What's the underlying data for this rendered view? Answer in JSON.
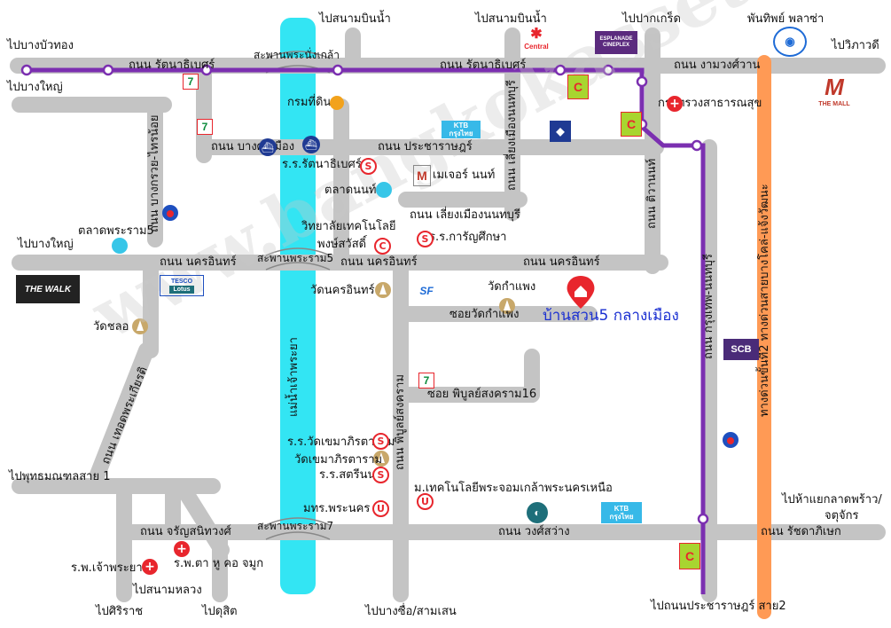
{
  "map": {
    "watermark": "www.bangkokassets.com",
    "destination": "บ้านสวน5 กลางเมือง",
    "directions": {
      "bangbuathong": "ไปบางบัวทอง",
      "bangyai_top": "ไปบางใหญ่",
      "bangyai_mid": "ไปบางใหญ่",
      "sanambinnam_1": "ไปสนามบินน้ำ",
      "sanambinnam_2": "ไปสนามบินน้ำ",
      "pakkret": "ไปปากเกร็ด",
      "phanthip": "พันทิพย์ พลาซ่า",
      "vibhavadi": "ไปวิภาวดี",
      "phutthamonthon": "ไปพุทธมณฑลสาย 1",
      "siriraj": "ไปศิริราช",
      "dusit": "ไปดุสิต",
      "bangsue": "ไปบางซื่อ/สามเสน",
      "pracharat2": "ไปถนนประชาราษฎร์ สาย2",
      "ladprao": "ไปห้าแยกลาดพร้าว/",
      "chatuchak": "จตุจักร",
      "sanamluang": "ไปสนามหลวง"
    },
    "roads": {
      "rattanathibet_w": "ถนน รัตนาธิเบศร์",
      "rattanathibet_e": "ถนน รัตนาธิเบศร์",
      "ngamwongwan": "ถนน งามวงศ์วาน",
      "bangsimuang": "ถนน บางศรีเมือง",
      "pracharat": "ถนน ประชาราษฎร์",
      "liangmuang_v": "ถนน เลี่ยงเมืองนนทบุรี",
      "liangmuang_h": "ถนน เลี่ยงเมืองนนทบุรี",
      "bangkruai": "ถนน บางกรวย-ไทรน้อย",
      "nakhonin_w": "ถนน นครอินทร์",
      "nakhonin_m": "ถนน นครอินทร์",
      "nakhonin_e": "ถนน นครอินทร์",
      "tiwanon": "ถนน ติวานนท์",
      "krungthep_nonthaburi": "ถนน กรุงเทพ-นนทบุรี",
      "soi_watkamphaeng": "ซอยวัดกำแพง",
      "soi_phibunsongkhram16": "ซอย พิบูลย์สงคราม16",
      "phibunsongkhram": "ถนน พิบูลย์สงคราม",
      "thotsaphon": "ถนน เทอดพระเกียรติ",
      "charansanitwong": "ถนน จรัญสนิทวงศ์",
      "wongsawang": "ถนน วงศ์สว่าง",
      "ratchadaphisek": "ถนน รัชดาภิเษก",
      "river": "แม่น้ำเจ้าพระยา",
      "expressway": "ทางด่วนขั้นที่2 ทางด่วนสายบางโคล่-แจ้งวัฒนะ"
    },
    "bridges": {
      "phranangklao": "สะพานพระนั่งเกล้า",
      "rama5": "สะพานพระราม5",
      "rama7": "สะพานพระราม7"
    },
    "places": {
      "krom_thidin": "กรมที่ดิน",
      "rr_rattanathibet": "ร.ร.รัตนาธิเบศร์",
      "talat_nonthaburi": "ตลาดนนท์",
      "major_nonthaburi": "เมเจอร์ นนท์",
      "talat_phra_ram5": "ตลาดพระราม5",
      "college_tech": "วิทยาลัยเทคโนโลยี",
      "pongsawadi": "พงษ์สวัสดิ์",
      "rr_karansueksa": "ร.ร.การัญศึกษา",
      "wat_nakhonin": "วัดนครอินทร์",
      "wat_kamphaeng": "วัดกำแพง",
      "wat_chalo": "วัดชลอ",
      "moph": "กระทรวงสาธารณสุข",
      "rr_khema": "ร.ร.วัดเขมาภิรตาราม",
      "wat_khema": "วัดเขมาภิรตาราม",
      "rr_satri": "ร.ร.สตรีนนท์",
      "rmutp": "ม.เทคโนโลยีพระจอมเกล้าพระนครเหนือ",
      "rmutp_campus": "มทร.พระนคร",
      "rp_chaophraya": "ร.พ.เจ้าพระยา",
      "rp_ent": "ร.พ.ตา หู คอ จมูก"
    },
    "brands": {
      "central": "Central",
      "esplanade": "ESPLANADE",
      "esplanade_sub": "CINEPLEX",
      "the_mall": "THE MALL",
      "the_walk": "THE WALK",
      "tesco": "TESCO",
      "lotus": "Lotus",
      "scb": "SCB",
      "ktb": "KTB",
      "ktb_sub": "กรุงไทย",
      "major": "M",
      "sf": "SF"
    },
    "colors": {
      "road": "#c4c4c4",
      "river": "#33e5f3",
      "purple_line": "#7b2fb0",
      "expressway": "#ff9a55",
      "destination": "#1a2fd1",
      "pin": "#e8262d"
    }
  }
}
